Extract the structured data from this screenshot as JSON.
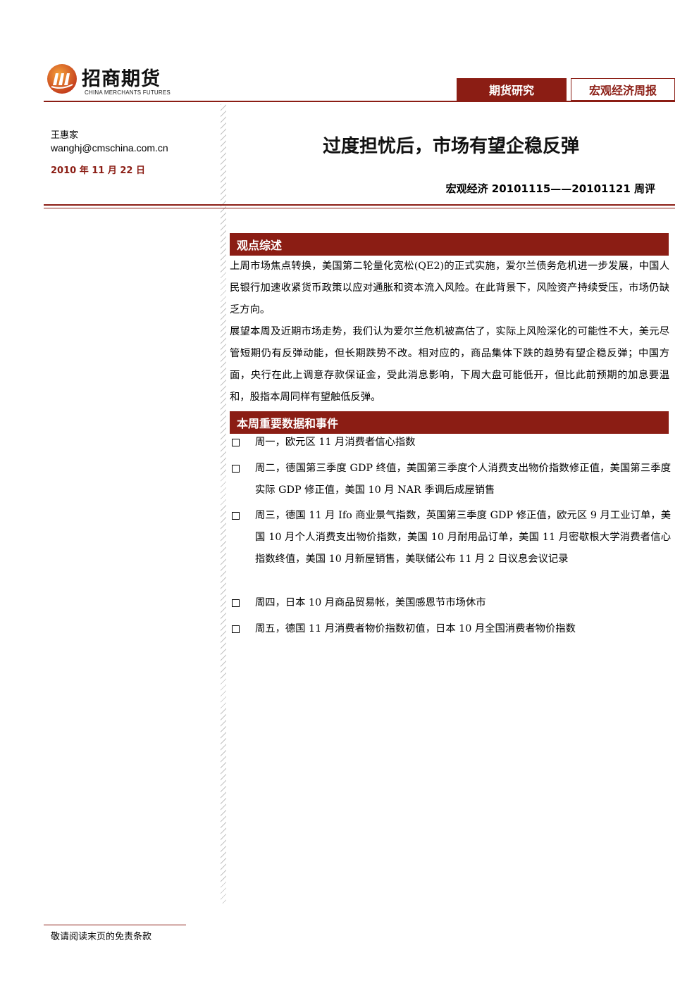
{
  "brand": {
    "name_cn": "招商期货",
    "name_en": "CHINA MERCHANTS FUTURES",
    "accent": "#8b1d14"
  },
  "header": {
    "tab_research": "期货研究",
    "tab_report": "宏观经济周报"
  },
  "author": {
    "name": "王惠家",
    "email": "wanghj@cmschina.com.cn",
    "date": "2010 年 11 月 22 日"
  },
  "title": {
    "main": "过度担忧后，市场有望企稳反弹",
    "sub": "宏观经济 20101115——20101121 周评"
  },
  "overview": {
    "heading": "观点综述",
    "paragraphs": [
      "上周市场焦点转换，美国第二轮量化宽松(QE2)的正式实施，爱尔兰债务危机进一步发展，中国人民银行加速收紧货币政策以应对通胀和资本流入风险。在此背景下，风险资产持续受压，市场仍缺乏方向。",
      "展望本周及近期市场走势，我们认为爱尔兰危机被高估了，实际上风险深化的可能性不大，美元尽管短期仍有反弹动能，但长期跌势不改。相对应的，商品集体下跌的趋势有望企稳反弹；中国方面，央行在此上调意存款保证金，受此消息影响，下周大盘可能低开，但比此前预期的加息要温和，股指本周同样有望触低反弹。"
    ]
  },
  "events": {
    "heading": "本周重要数据和事件",
    "items": [
      "周一，欧元区 11 月消费者信心指数",
      "周二，德国第三季度 GDP 终值，美国第三季度个人消费支出物价指数修正值，美国第三季度实际 GDP 修正值，美国 10 月 NAR 季调后成屋销售",
      "周三，德国 11 月 Ifo 商业景气指数，英国第三季度 GDP 修正值，欧元区 9 月工业订单，美国 10 月个人消费支出物价指数，美国 10 月耐用品订单，美国 11 月密歇根大学消费者信心指数终值，美国 10 月新屋销售，美联储公布 11 月 2 日议息会议记录",
      "周四，日本 10 月商品贸易帐，美国感恩节市场休市",
      "周五，德国 11 月消费者物价指数初值，日本 10 月全国消费者物价指数"
    ]
  },
  "footer": {
    "disclaimer": "敬请阅读末页的免责条款"
  }
}
